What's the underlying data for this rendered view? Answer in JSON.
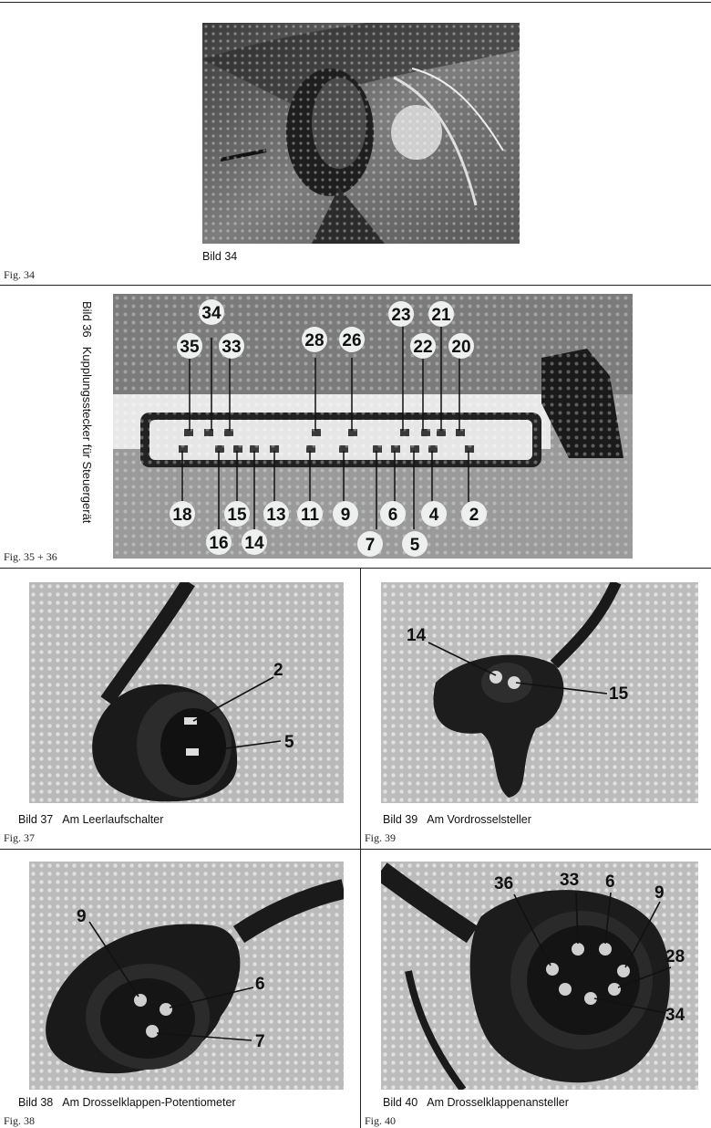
{
  "page": {
    "section1": {
      "caption": "Bild 34",
      "fig_label": "Fig. 34"
    },
    "section2": {
      "caption_label": "Bild 36",
      "caption_text": "Kupplungsstecker für Steuergerät",
      "fig_label": "Fig. 35 + 36",
      "top_labels": [
        "34",
        "35",
        "33",
        "28",
        "26",
        "23",
        "22",
        "21",
        "20"
      ],
      "bottom_labels": [
        "18",
        "16",
        "15",
        "14",
        "13",
        "11",
        "9",
        "7",
        "6",
        "5",
        "4",
        "2"
      ]
    },
    "section3": {
      "left": {
        "caption_label": "Bild 37",
        "caption_text": "Am Leerlaufschalter",
        "fig_label": "Fig. 37",
        "labels": [
          "2",
          "5"
        ]
      },
      "right": {
        "caption_label": "Bild 39",
        "caption_text": "Am Vordrosselsteller",
        "fig_label": "Fig. 39",
        "labels": [
          "14",
          "15"
        ]
      }
    },
    "section4": {
      "left": {
        "caption_label": "Bild 38",
        "caption_text": "Am Drosselklappen-Potentiometer",
        "fig_label": "Fig. 38",
        "labels": [
          "9",
          "6",
          "7"
        ]
      },
      "right": {
        "caption_label": "Bild 40",
        "caption_text": "Am Drosselklappenansteller",
        "fig_label": "Fig. 40",
        "labels": [
          "36",
          "33",
          "6",
          "9",
          "28",
          "34"
        ]
      }
    }
  }
}
